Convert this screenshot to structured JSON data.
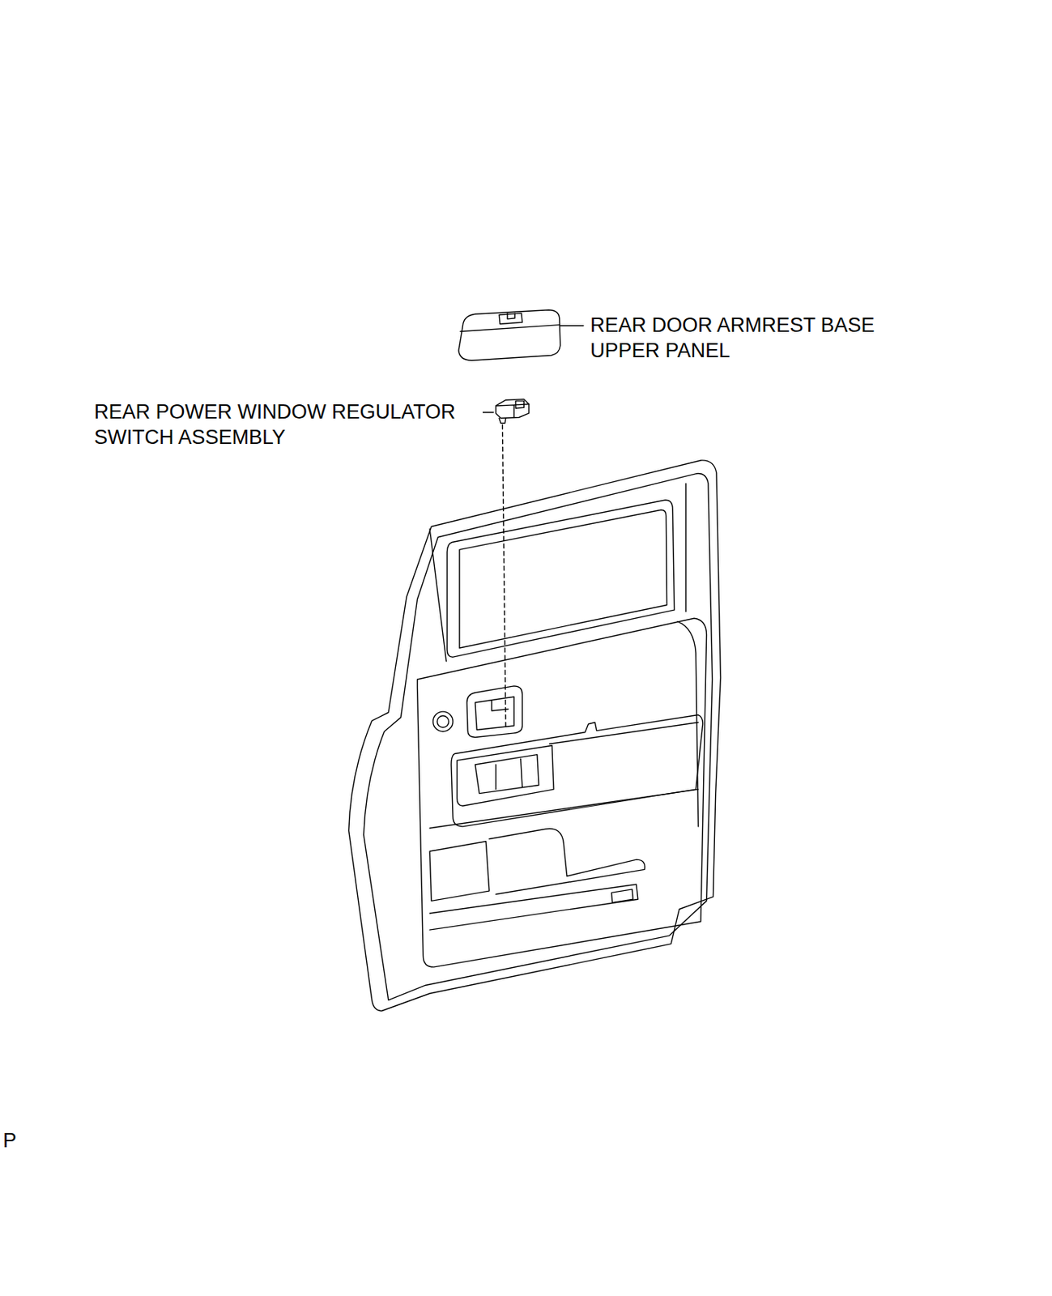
{
  "diagram": {
    "labels": [
      "REAR DOOR ARMREST BASE UPPER PANEL",
      "REAR POWER WINDOW REGULATOR SWITCH ASSEMBLY",
      "P"
    ]
  }
}
